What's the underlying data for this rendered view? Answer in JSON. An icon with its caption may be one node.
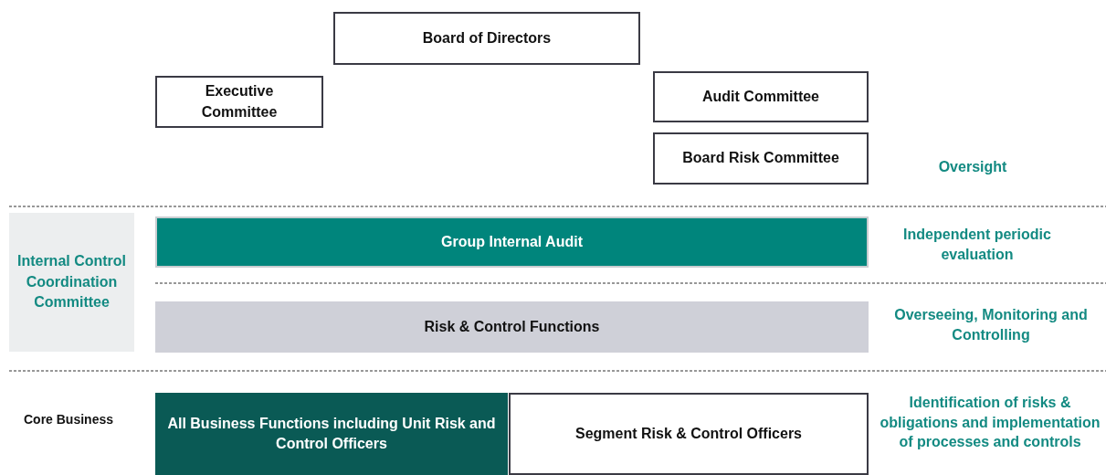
{
  "diagram": {
    "nodes": [
      {
        "text": [
          "Board of Directors"
        ]
      },
      {
        "text": [
          "Executive Committee"
        ]
      },
      {
        "text": [
          "Audit Committee"
        ]
      },
      {
        "text": [
          "Board Risk Committee"
        ]
      },
      {
        "text": [
          "Internal Control Coordination Committee"
        ]
      },
      {
        "text": [
          "Group Internal Audit"
        ]
      },
      {
        "text": [
          "Risk & Control Functions"
        ]
      },
      {
        "text": [
          "All Business Functions including Unit Risk and Control Officers"
        ]
      },
      {
        "text": [
          "Segment Risk & Control Officers"
        ]
      }
    ],
    "labels": [
      "Oversight",
      "Independent periodic evaluation",
      "Overseeing, Monitoring and Controlling",
      "Core Business",
      "Identification of risks & obligations and implementation of processes and controls"
    ]
  }
}
